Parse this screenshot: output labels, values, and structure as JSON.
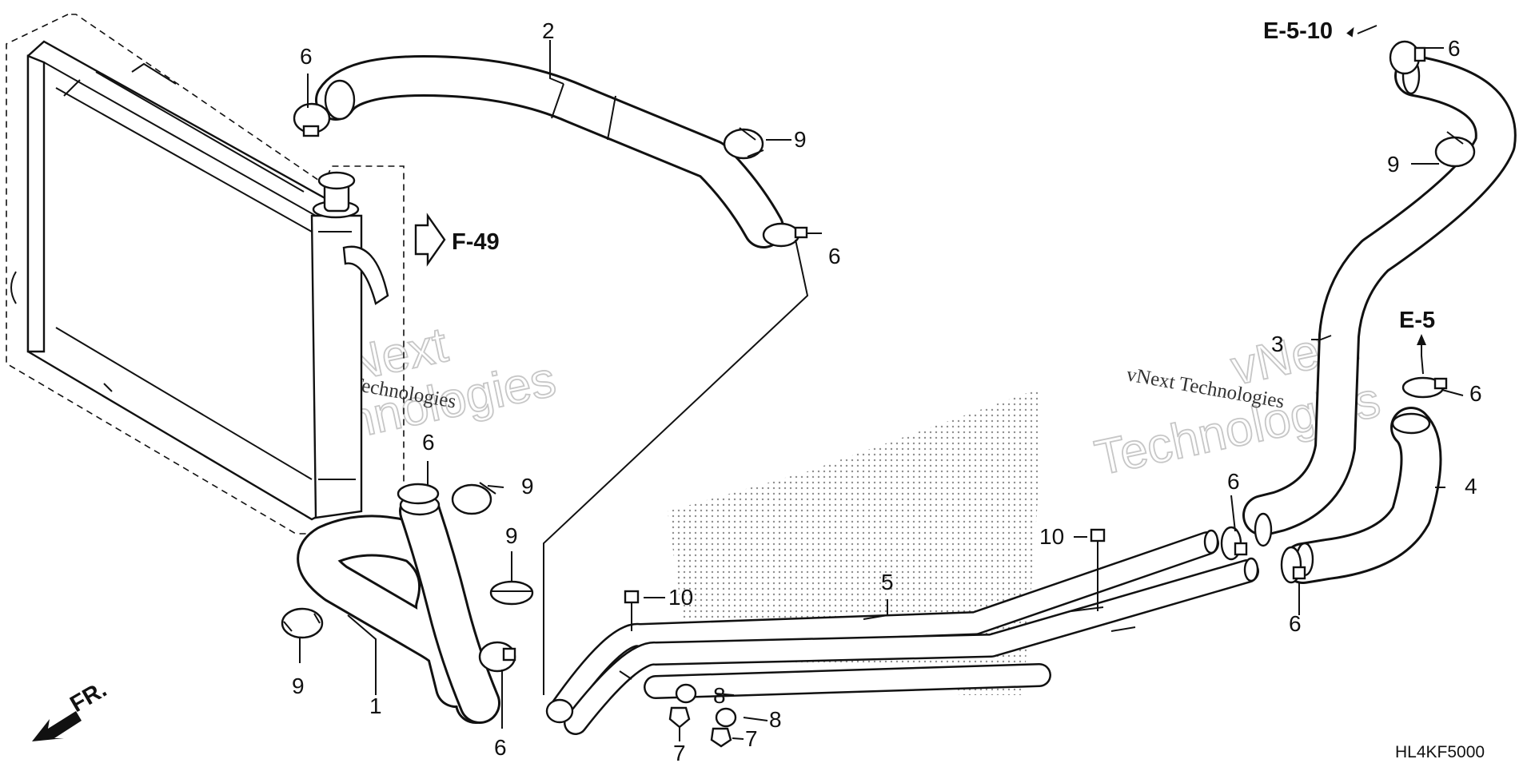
{
  "callouts": {
    "c1": "1",
    "c2": "2",
    "c3": "3",
    "c4": "4",
    "c5": "5",
    "c6a": "6",
    "c6b": "6",
    "c6c": "6",
    "c6d": "6",
    "c6e": "6",
    "c6f": "6",
    "c6g": "6",
    "c6h": "6",
    "c7a": "7",
    "c7b": "7",
    "c8a": "8",
    "c8b": "8",
    "c9a": "9",
    "c9b": "9",
    "c9c": "9",
    "c9d": "9",
    "c9e": "9",
    "c10a": "10",
    "c10b": "10"
  },
  "refs": {
    "f49": "F-49",
    "e5_10": "E-5-10",
    "e5": "E-5",
    "front": "FR."
  },
  "watermark": {
    "brand_line1": "vNext",
    "brand_line2": "Technologies",
    "brand_small": "vNext Technologies"
  },
  "diagram_code": "HL4KF5000",
  "icons": [
    "front-arrow-icon",
    "reference-arrow-icon"
  ],
  "colors": {
    "line": "#111111",
    "watermark": "#c7c7c7",
    "background": "#ffffff"
  }
}
